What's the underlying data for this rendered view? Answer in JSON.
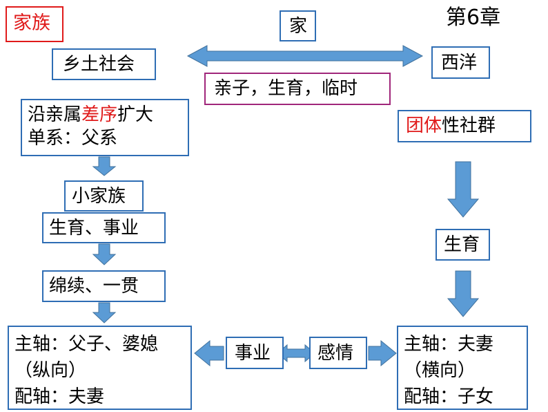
{
  "title_tag": "家族",
  "chapter": "第6章",
  "center_top": "家",
  "center_sub": "亲子，生育，临时",
  "left": {
    "header": "乡土社会",
    "desc_pre": "沿亲属",
    "desc_red": "差序",
    "desc_post": "扩大",
    "desc_line2": "单系：父系",
    "step1": "小家族",
    "step2": "生育、事业",
    "step3": "绵续、一贯",
    "final_line1": "主轴：父子、婆媳",
    "final_line2": "（纵向）",
    "final_line3": "配轴：夫妻"
  },
  "right": {
    "header": "西洋",
    "desc_red": "团体",
    "desc_post": "性社群",
    "step1": "生育",
    "final_line1": "主轴：夫妻",
    "final_line2": "（横向）",
    "final_line3": "配轴：子女"
  },
  "bottom_mid": {
    "left": "事业",
    "right": "感情"
  },
  "colors": {
    "box_border": "#2e6db4",
    "arrow": "#5b9bd5",
    "red": "#e01a1a",
    "sub_border": "#a0267a"
  }
}
